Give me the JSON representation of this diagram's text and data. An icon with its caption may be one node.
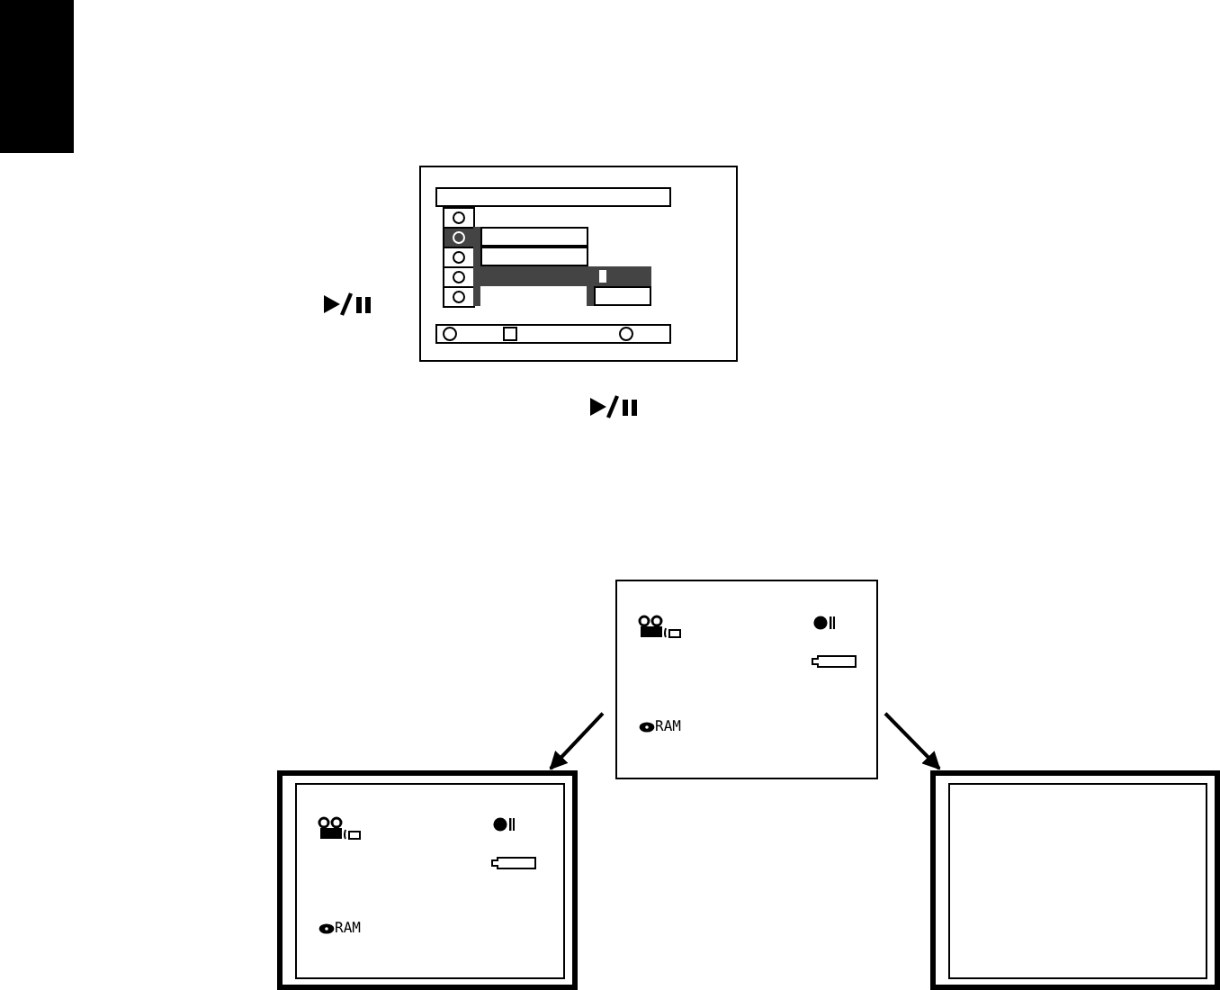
{
  "diagram": {
    "nodes": [
      {
        "text": [],
        "shape": "bar"
      },
      {
        "text": [
          "RAM"
        ]
      },
      {
        "text": [
          "RAM"
        ]
      },
      {
        "text": [],
        "shape": "box"
      }
    ],
    "edges": [
      {
        "from": 1,
        "to": 2,
        "arrow": "to"
      },
      {
        "from": 1,
        "to": 3,
        "arrow": "to"
      }
    ]
  }
}
